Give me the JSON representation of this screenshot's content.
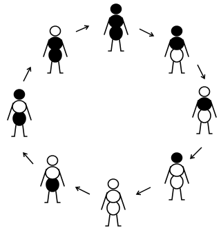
{
  "figures": [
    {
      "id": "top",
      "head": "dark",
      "torso": "dark",
      "hips": "dark",
      "arms": "down"
    },
    {
      "id": "upper-right",
      "head": "dark",
      "torso": "dark",
      "hips": "light",
      "arms": "down"
    },
    {
      "id": "right",
      "head": "light",
      "torso": "dark",
      "hips": "light",
      "arms": "down"
    },
    {
      "id": "lower-right",
      "head": "dark",
      "torso": "light",
      "hips": "light",
      "arms": "down"
    },
    {
      "id": "bottom",
      "head": "light",
      "torso": "light",
      "hips": "light",
      "arms": "down"
    },
    {
      "id": "lower-left",
      "head": "light",
      "torso": "light",
      "hips": "dark",
      "arms": "down"
    },
    {
      "id": "left",
      "head": "dark",
      "torso": "light",
      "hips": "dark",
      "arms": "down"
    },
    {
      "id": "upper-left",
      "head": "light",
      "torso": "dark",
      "hips": "dark",
      "arms": "down"
    }
  ],
  "arrows": {
    "count": 8,
    "direction": "clockwise"
  },
  "colors": {
    "ink": "#000000",
    "paper": "#ffffff"
  }
}
